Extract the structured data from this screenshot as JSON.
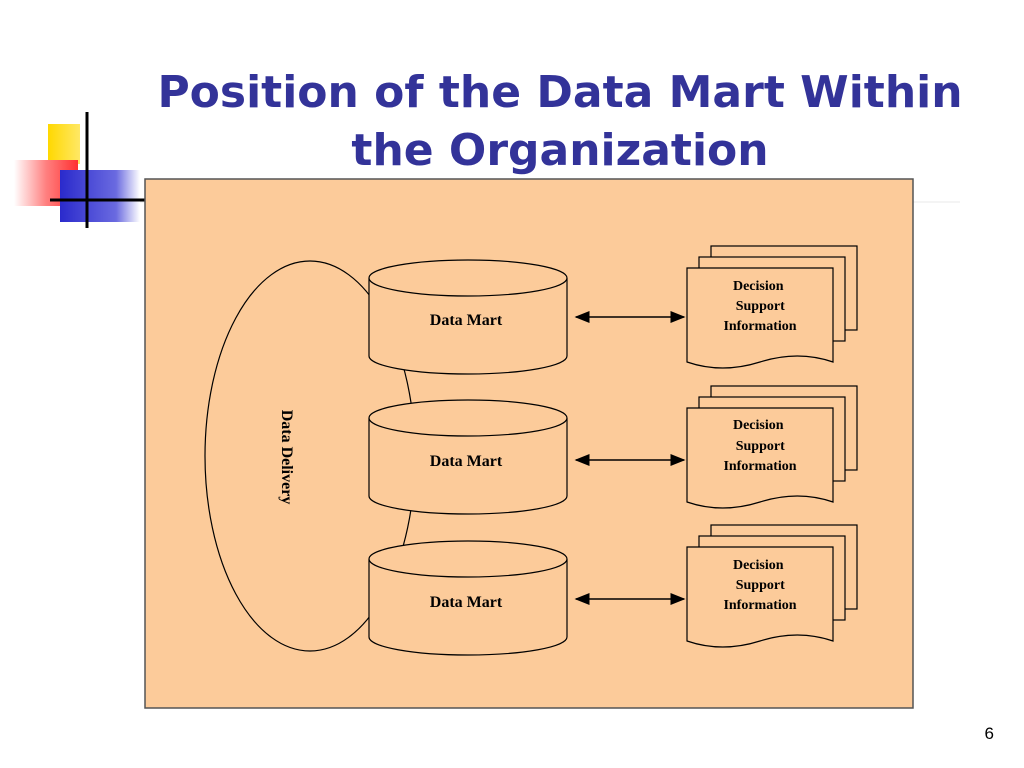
{
  "slide": {
    "title_line1": "Position of the Data Mart Within",
    "title_line2": "the Organization",
    "page_number": "6"
  },
  "colors": {
    "title": "#333399",
    "panel_fill": "#FCCB9A",
    "deco_yellow": "#FFD800",
    "deco_red": "#FF4040",
    "deco_blue": "#3333CC"
  },
  "diagram": {
    "delivery_label": "Data Delivery",
    "marts": [
      {
        "label": "Data Mart"
      },
      {
        "label": "Data Mart"
      },
      {
        "label": "Data Mart"
      }
    ],
    "outputs": [
      {
        "line1": "Decision",
        "line2": "Support",
        "line3": "Information"
      },
      {
        "line1": "Decision",
        "line2": "Support",
        "line3": "Information"
      },
      {
        "line1": "Decision",
        "line2": "Support",
        "line3": "Information"
      }
    ]
  }
}
